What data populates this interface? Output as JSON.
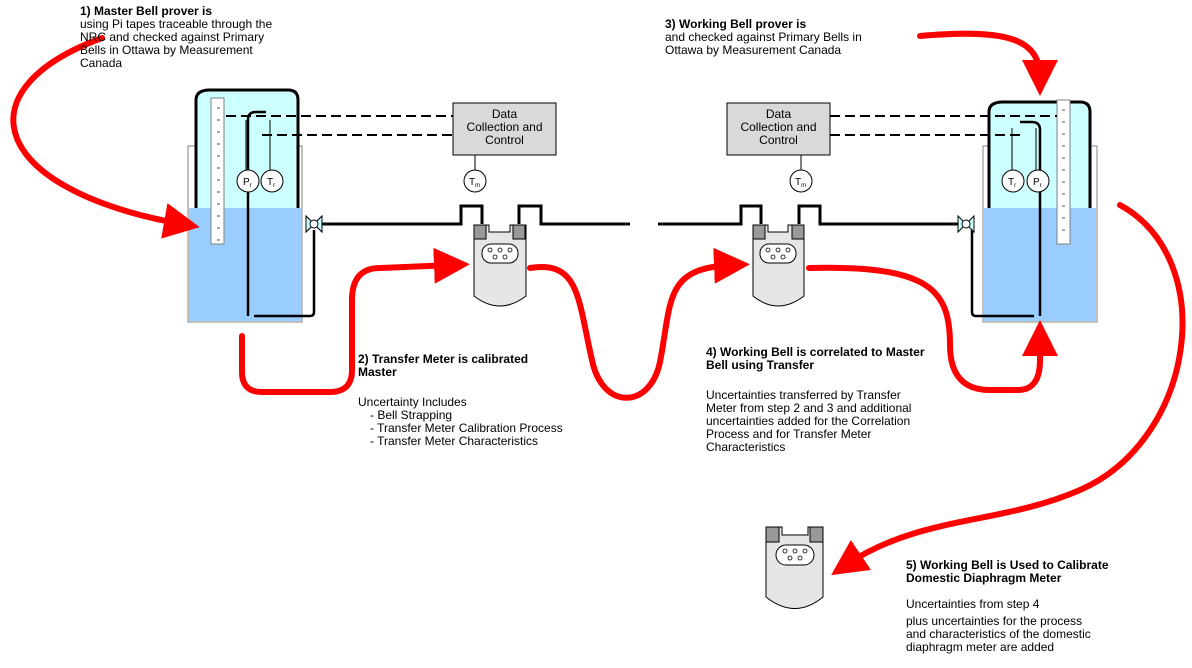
{
  "step1": {
    "heading": "1) Master Bell prover is",
    "body": [
      "using Pi tapes traceable through the",
      "NRC and checked against Primary",
      "Bells in Ottawa by Measurement",
      "Canada"
    ]
  },
  "step2": {
    "heading": [
      "2) Transfer Meter is calibrated",
      "Master"
    ],
    "intro": "Uncertainty Includes",
    "items": [
      "- Bell Strapping",
      "- Transfer Meter Calibration Process",
      "- Transfer Meter Characteristics"
    ]
  },
  "step3": {
    "heading": "3) Working Bell prover is",
    "body": [
      "and checked against Primary Bells in",
      "Ottawa by Measurement Canada"
    ]
  },
  "step4": {
    "heading": [
      "4) Working Bell is correlated to Master",
      "Bell using Transfer"
    ],
    "body": [
      "Uncertainties transferred by Transfer",
      "Meter from step 2 and 3 and additional",
      "uncertainties added for the Correlation",
      "Process and for Transfer Meter",
      "Characteristics"
    ]
  },
  "step5": {
    "heading": [
      "5) Working Bell is Used to Calibrate",
      "Domestic Diaphragm Meter"
    ],
    "body": [
      "Uncertainties from step 4",
      "plus uncertainties for the process",
      "and characteristics of the domestic",
      "diaphragm meter are added"
    ]
  },
  "data_box_left": [
    "Data",
    "Collection and",
    "Control"
  ],
  "data_box_right": [
    "Data",
    "Collection and",
    "Control"
  ],
  "gauges": {
    "pressure": "P",
    "temperature": "T",
    "sub_r": "r",
    "tm": "T",
    "sub_m": "m"
  },
  "colors": {
    "arrow": "#ff0000",
    "water": "#99ccff",
    "bell": "#ccffff",
    "box": "#d9d9d9",
    "meter": "#e6e6e6"
  }
}
